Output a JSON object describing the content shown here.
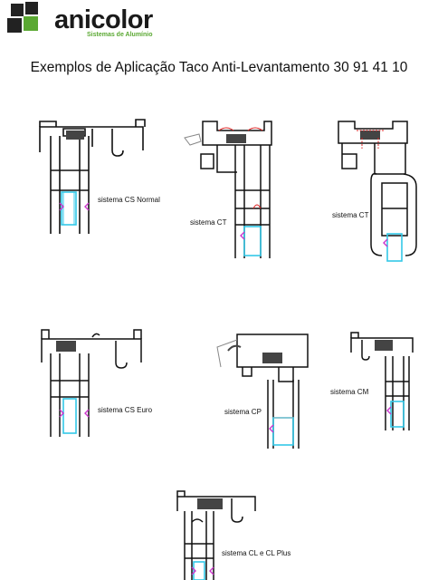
{
  "brand": {
    "name": "anicolor",
    "tagline": "Sistemas de Alumínio",
    "accent": "#5aa832"
  },
  "title": "Exemplos de Aplicação Taco Anti-Levantamento 30 91 41 10",
  "labels": {
    "cs_normal": "sistema CS Normal",
    "ct_a": "sistema CT",
    "ct_b": "sistema CT",
    "cs_euro": "sistema CS Euro",
    "cp": "sistema CP",
    "cm": "sistema CM",
    "cl": "sistema CL e CL Plus"
  },
  "colors": {
    "profile": "#111111",
    "glass": "#33c8e8",
    "gasket": "#cc33cc",
    "hatch": "#444444",
    "seal": "#dd2222"
  }
}
